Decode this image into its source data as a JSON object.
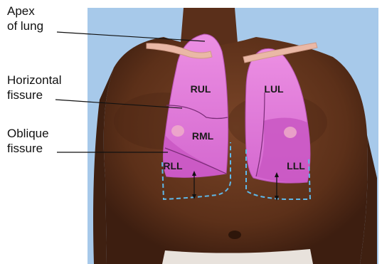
{
  "labels": {
    "apex": [
      "Apex",
      "of lung"
    ],
    "horizontal": [
      "Horizontal",
      "fissure"
    ],
    "oblique": [
      "Oblique",
      "fissure"
    ]
  },
  "lobes": {
    "rul": "RUL",
    "rml": "RML",
    "rll": "RLL",
    "lul": "LUL",
    "lll": "LLL"
  },
  "colors": {
    "background_panel": "#a7c9ea",
    "skin": "#6b3a22",
    "skin_dark": "#3d1e10",
    "lung_fill": "#e27ad8",
    "lung_deep": "#c14fbf",
    "clavicle": "#eab8a6",
    "expansion_line": "#5fb8e8",
    "leader_line": "#111111"
  },
  "icons": [
    "expansion-arrow-icon"
  ]
}
